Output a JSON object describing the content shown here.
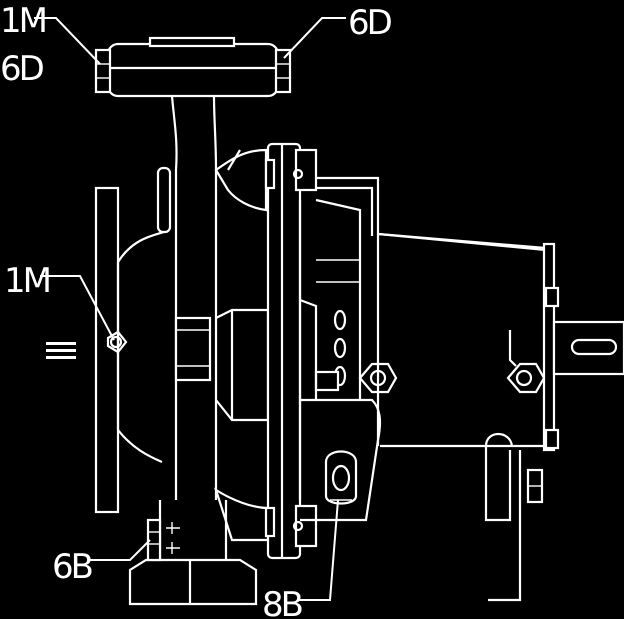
{
  "callouts": {
    "top_left_1m": "1M",
    "top_left_6d": "6D",
    "top_right_6d": "6D",
    "mid_left_1m": "1M",
    "bottom_left_6b": "6B",
    "bottom_8b": "8B"
  },
  "icons": {
    "hex_bolt": "hex-bolt-icon",
    "lifting_eye": "lifting-eye-icon",
    "plug": "drain-plug-icon"
  },
  "colors": {
    "background": "#000000",
    "line": "#ffffff"
  }
}
